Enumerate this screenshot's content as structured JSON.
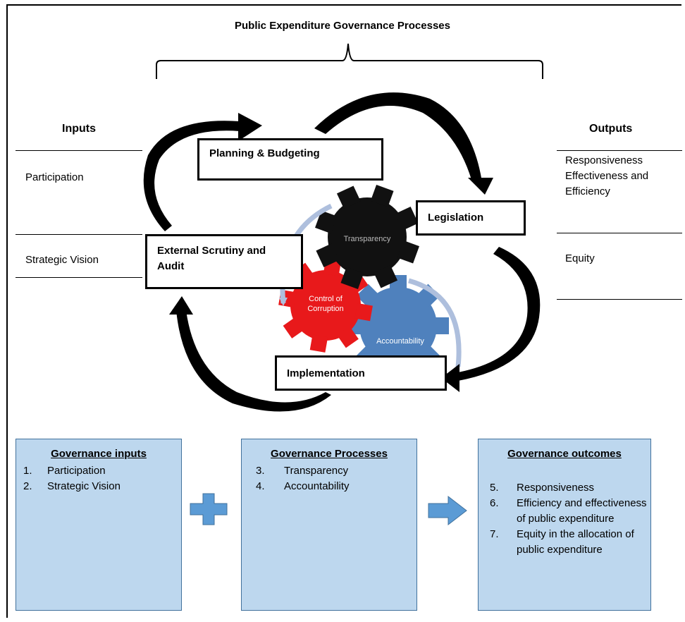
{
  "title": "Public Expenditure Governance Processes",
  "inputs": {
    "heading": "Inputs",
    "items": [
      "Participation",
      "Strategic Vision"
    ]
  },
  "outputs": {
    "heading": "Outputs",
    "items": [
      "Responsiveness Effectiveness and Efficiency",
      "Equity"
    ]
  },
  "stages": {
    "planning": "Planning & Budgeting",
    "legislation": "Legislation",
    "scrutiny": "External Scrutiny and Audit",
    "implementation": "Implementation"
  },
  "gears": {
    "transparency": "Transparency",
    "corruption": "Control of Corruption",
    "accountability": "Accountability"
  },
  "colors": {
    "gear_black": "#111111",
    "gear_red": "#e8191b",
    "gear_blue": "#4f81bd",
    "card_fill": "#bdd7ee",
    "card_border": "#41719c",
    "connector": "#5b9bd5"
  },
  "cards": [
    {
      "heading": "Governance inputs",
      "items": [
        {
          "num": "1.",
          "text": "Participation"
        },
        {
          "num": "2.",
          "text": "Strategic Vision"
        }
      ]
    },
    {
      "heading": "Governance Processes",
      "items": [
        {
          "num": "3.",
          "text": "Transparency"
        },
        {
          "num": "4.",
          "text": "Accountability"
        }
      ]
    },
    {
      "heading": "Governance outcomes",
      "items": [
        {
          "num": "5.",
          "text": "Responsiveness"
        },
        {
          "num": "6.",
          "text": "Efficiency and effectiveness of public expenditure"
        },
        {
          "num": "7.",
          "text": "Equity in the allocation of public expenditure"
        }
      ]
    }
  ],
  "connectors": [
    "plus-icon",
    "arrow-right-icon"
  ]
}
